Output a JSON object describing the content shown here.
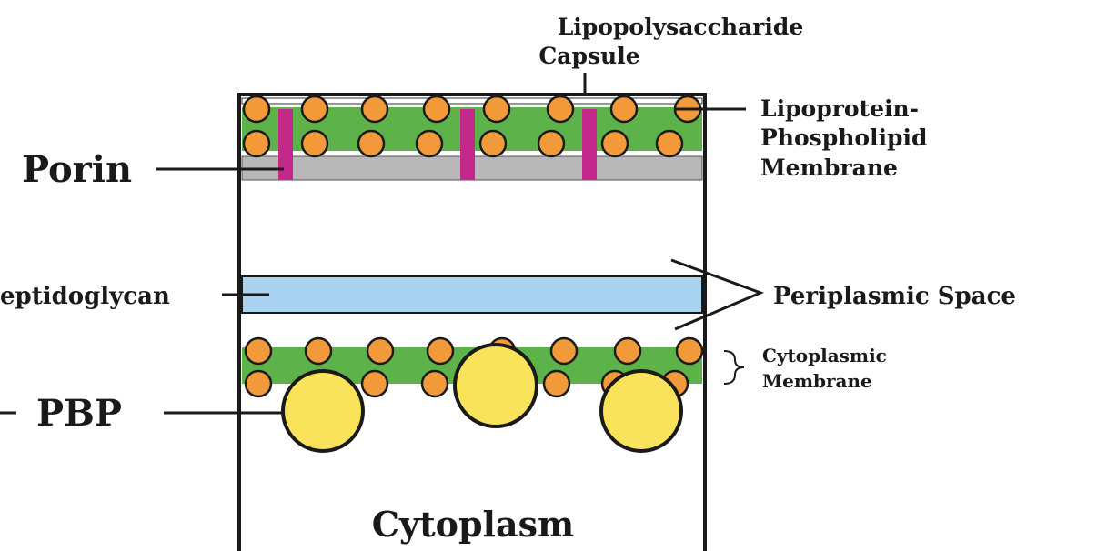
{
  "labels": {
    "lps_line1": "Lipopolysaccharide",
    "lps_line2": "Capsule",
    "lipoprotein_line1": "Lipoprotein-",
    "lipoprotein_line2": "Phospholipid",
    "lipoprotein_line3": "Membrane",
    "porin": "Porin",
    "peptidoglycan": "eptidoglycan",
    "periplasmic": "Periplasmic Space",
    "cytoplasmic_line1": "Cytoplasmic",
    "cytoplasmic_line2": "Membrane",
    "pbp": "PBP",
    "cytoplasm": "Cytoplasm"
  },
  "colors": {
    "outline": "#1a1a1a",
    "phospholipid_head": "#f29a3a",
    "lipid_band": "#5db34a",
    "porin": "#c2298a",
    "gray_layer": "#b8b8b8",
    "peptidoglycan": "#a9d3ef",
    "pbp": "#f8e35a"
  }
}
